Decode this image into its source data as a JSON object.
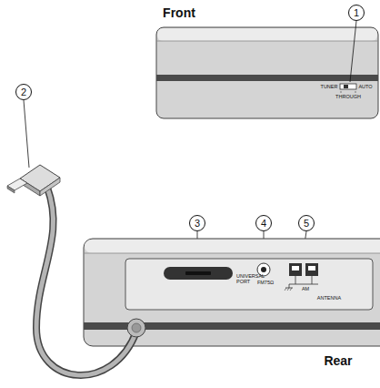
{
  "diagram": {
    "labels": [
      "Front",
      "1",
      "TUNER",
      "THROUGH",
      "AUTO",
      "2",
      "3",
      "UNIVERSAL PORT",
      "4",
      "FM75Ω",
      "5",
      "AM",
      "ANTENNA",
      "Rear"
    ]
  }
}
